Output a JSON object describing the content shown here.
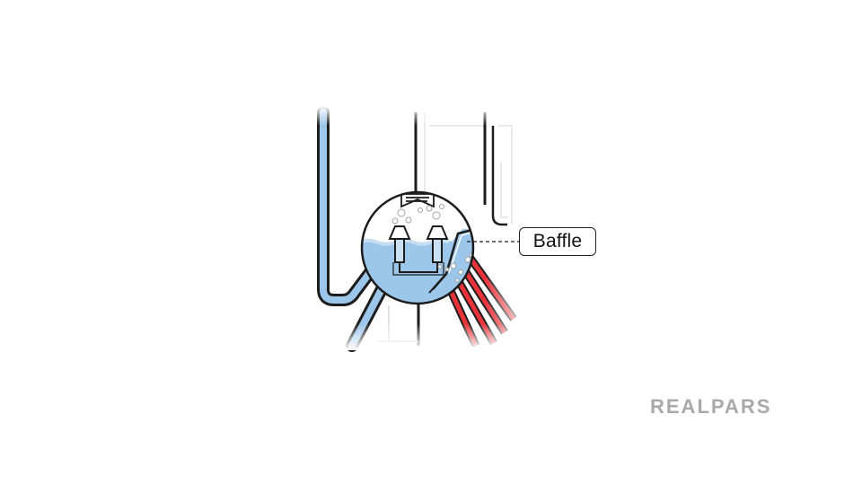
{
  "diagram": {
    "callout_label": "Baffle",
    "elements": [
      "boiler-drum-magnifier",
      "baffle",
      "steam-separators",
      "downcomer-pipe",
      "riser-tubes"
    ]
  },
  "branding": {
    "logo_text": "REALPARS"
  },
  "colors": {
    "water": "#9cc6ea",
    "water_light": "#c9e0f4",
    "hot_tube": "#e8333a",
    "outline": "#1c1c1c",
    "logo": "#a9a9a9"
  }
}
